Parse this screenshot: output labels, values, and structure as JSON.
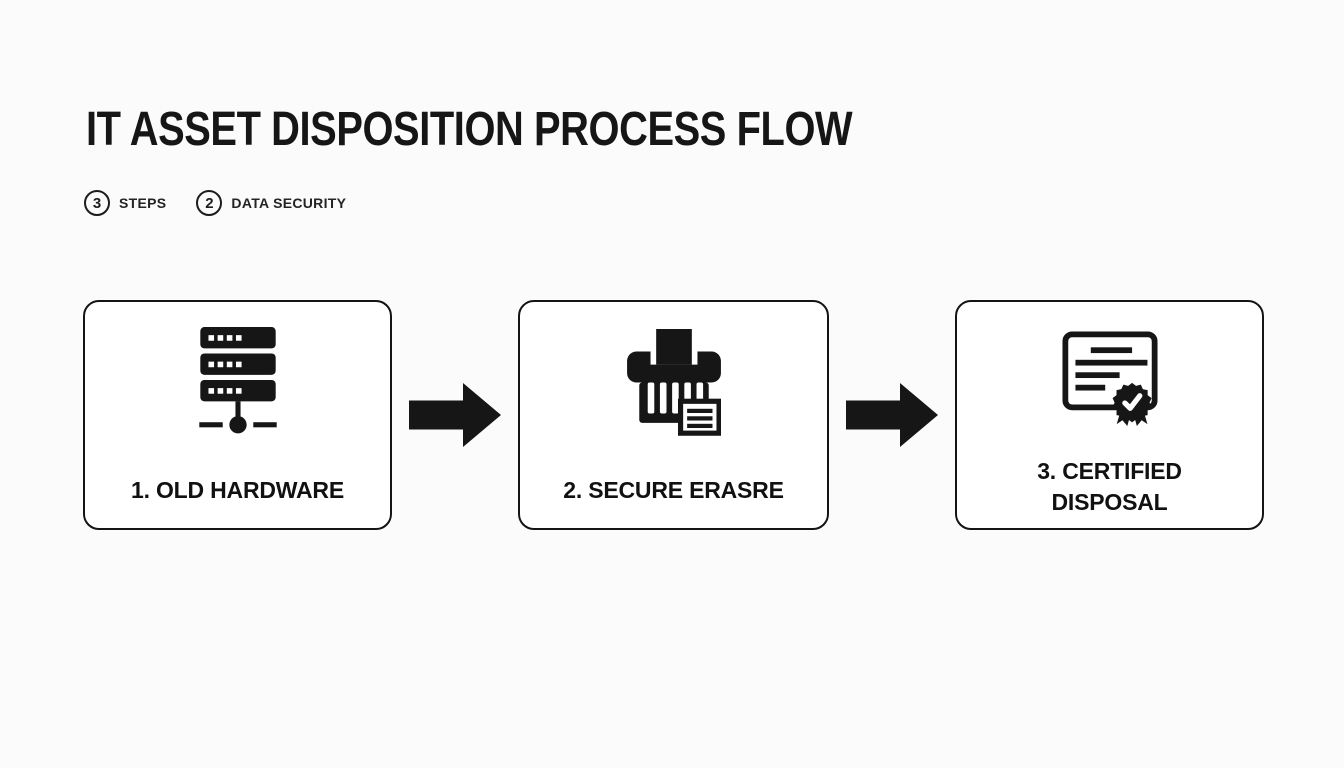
{
  "title": "IT ASSET DISPOSITION PROCESS FLOW",
  "badges": [
    {
      "number": "3",
      "label": "STEPS"
    },
    {
      "number": "2",
      "label": "DATA SECURITY"
    }
  ],
  "steps": [
    {
      "label": "1. OLD HARDWARE",
      "icon": "server-stack-network-icon"
    },
    {
      "label": "2. SECURE ERASRE",
      "icon": "shredder-icon"
    },
    {
      "label": "3. CERTIFIED DISPOSAL",
      "icon": "certificate-ribbon-icon"
    }
  ],
  "connector": {
    "icon": "arrow-right-icon"
  },
  "colors": {
    "ink": "#161616",
    "background": "#fbfbfb",
    "card_background": "#ffffff"
  }
}
